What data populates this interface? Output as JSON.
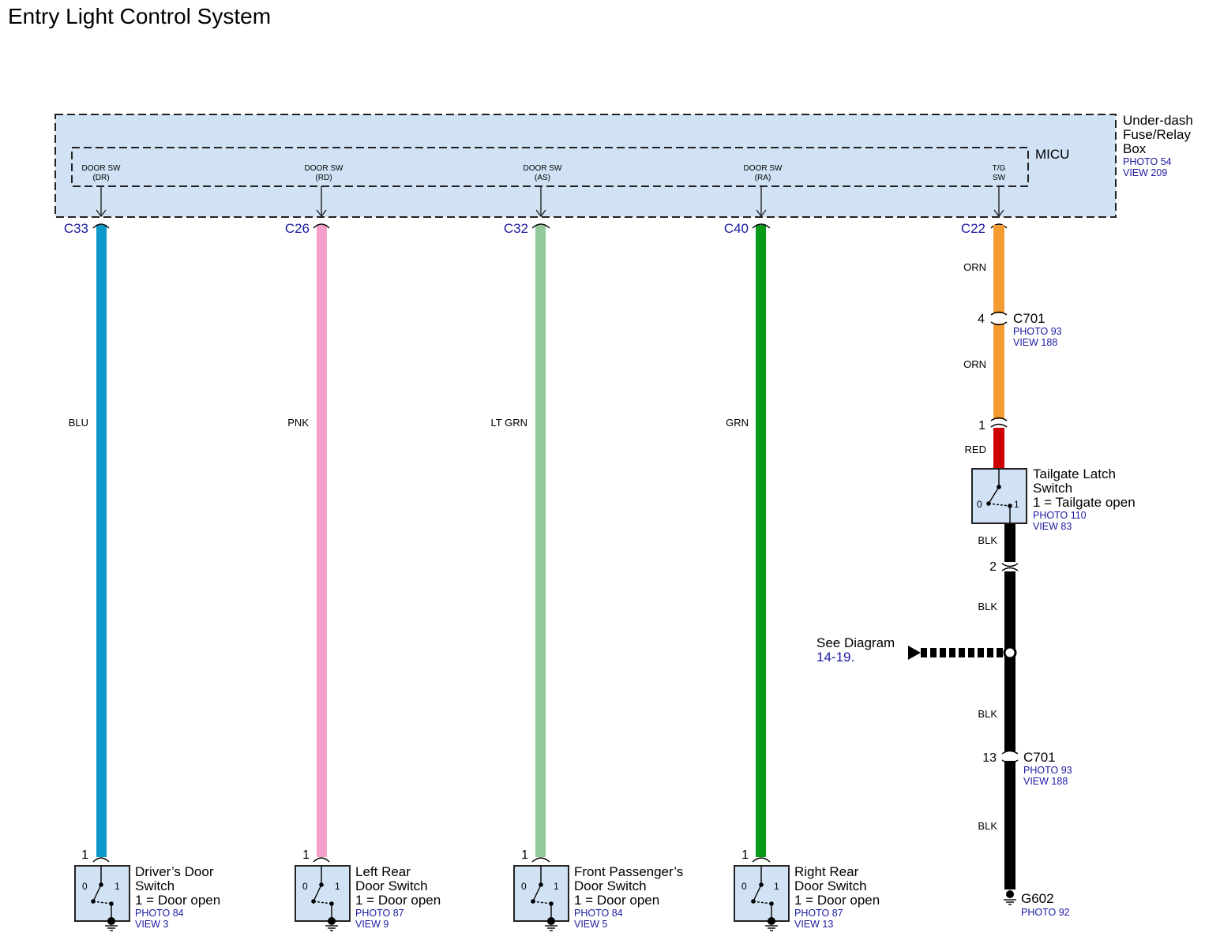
{
  "title": "Entry Light Control System",
  "fuse_box": {
    "label_lines": [
      "Under-dash",
      "Fuse/Relay",
      "Box"
    ],
    "refs": [
      "PHOTO 54",
      "VIEW 209"
    ],
    "fill": "#d0e2f4"
  },
  "micu": {
    "label": "MICU"
  },
  "wires": [
    {
      "id": "dr",
      "pin_lines": [
        "DOOR SW",
        "(DR)"
      ],
      "connector": "C33",
      "color_label": "BLU",
      "color": "#0e98c9",
      "switch_pin": "1",
      "switch": {
        "name_lines": [
          "Driver’s Door",
          "Switch",
          "1 = Door open"
        ],
        "refs": [
          "PHOTO 84",
          "VIEW 3"
        ]
      }
    },
    {
      "id": "rd",
      "pin_lines": [
        "DOOR SW",
        "(RD)"
      ],
      "connector": "C26",
      "color_label": "PNK",
      "color": "#f59fcc",
      "switch_pin": "1",
      "switch": {
        "name_lines": [
          "Left Rear",
          "Door Switch",
          "1 = Door open"
        ],
        "refs": [
          "PHOTO 87",
          "VIEW 9"
        ]
      }
    },
    {
      "id": "as",
      "pin_lines": [
        "DOOR SW",
        "(AS)"
      ],
      "connector": "C32",
      "color_label": "LT GRN",
      "color": "#93c99a",
      "switch_pin": "1",
      "switch": {
        "name_lines": [
          "Front Passenger’s",
          "Door Switch",
          "1 = Door open"
        ],
        "refs": [
          "PHOTO 84",
          "VIEW 5"
        ]
      }
    },
    {
      "id": "ra",
      "pin_lines": [
        "DOOR SW",
        "(RA)"
      ],
      "connector": "C40",
      "color_label": "GRN",
      "color": "#0a9a1a",
      "switch_pin": "1",
      "switch": {
        "name_lines": [
          "Right Rear",
          "Door Switch",
          "1 = Door open"
        ],
        "refs": [
          "PHOTO 87",
          "VIEW 13"
        ]
      }
    }
  ],
  "tailgate": {
    "pin_lines": [
      "T/G",
      "SW"
    ],
    "connector": "C22",
    "segments": {
      "orn_top": {
        "label": "ORN",
        "color": "#f59b33"
      },
      "orn_mid": {
        "label": "ORN"
      },
      "red": {
        "label": "RED",
        "color": "#cc0000"
      },
      "blk1": {
        "label": "BLK",
        "color": "#000000"
      },
      "blk2": {
        "label": "BLK"
      },
      "blk3": {
        "label": "BLK"
      },
      "blk4": {
        "label": "BLK"
      }
    },
    "c701_upper": {
      "pin": "4",
      "name": "C701",
      "refs": [
        "PHOTO 93",
        "VIEW 188"
      ]
    },
    "switch": {
      "pin_top": "1",
      "pin_bottom": "2",
      "name_lines": [
        "Tailgate Latch",
        "Switch",
        "1 = Tailgate open"
      ],
      "refs": [
        "PHOTO 110",
        "VIEW 83"
      ]
    },
    "see_diagram": {
      "text": "See Diagram",
      "link": "14-19."
    },
    "c701_lower": {
      "pin": "13",
      "name": "C701",
      "refs": [
        "PHOTO 93",
        "VIEW 188"
      ]
    },
    "ground": {
      "name": "G602",
      "refs": [
        "PHOTO 92"
      ]
    }
  },
  "switch_positions": {
    "off": "0",
    "on": "1"
  }
}
